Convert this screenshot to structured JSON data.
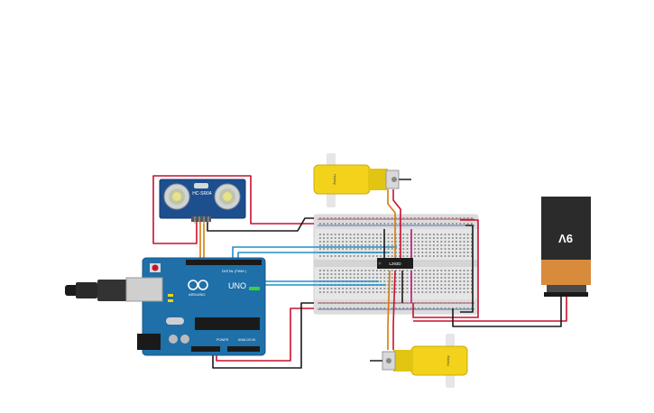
{
  "components": {
    "ultrasonic": {
      "label": "HC-SR04"
    },
    "motor_top": {
      "label": "Hobby"
    },
    "motor_bottom": {
      "label": "Hobby"
    },
    "ic": {
      "label": "L293D"
    },
    "battery": {
      "label": "9V"
    },
    "arduino": {
      "brand": "ARDUINO",
      "model": "UNO",
      "header_power": "POWER",
      "header_analog": "ANALOG IN",
      "header_digital": "DIGITAL (PWM~)"
    }
  },
  "colors": {
    "wire_red": "#c8102e",
    "wire_black": "#1a1a1a",
    "wire_blue": "#1e90c8",
    "wire_orange": "#d77a0a",
    "arduino_blue": "#1f6fa8",
    "sensor_blue": "#1d4f8f",
    "motor_yellow": "#f2d21b",
    "battery_top": "#2b2b2b",
    "battery_bottom": "#d98b3c"
  }
}
